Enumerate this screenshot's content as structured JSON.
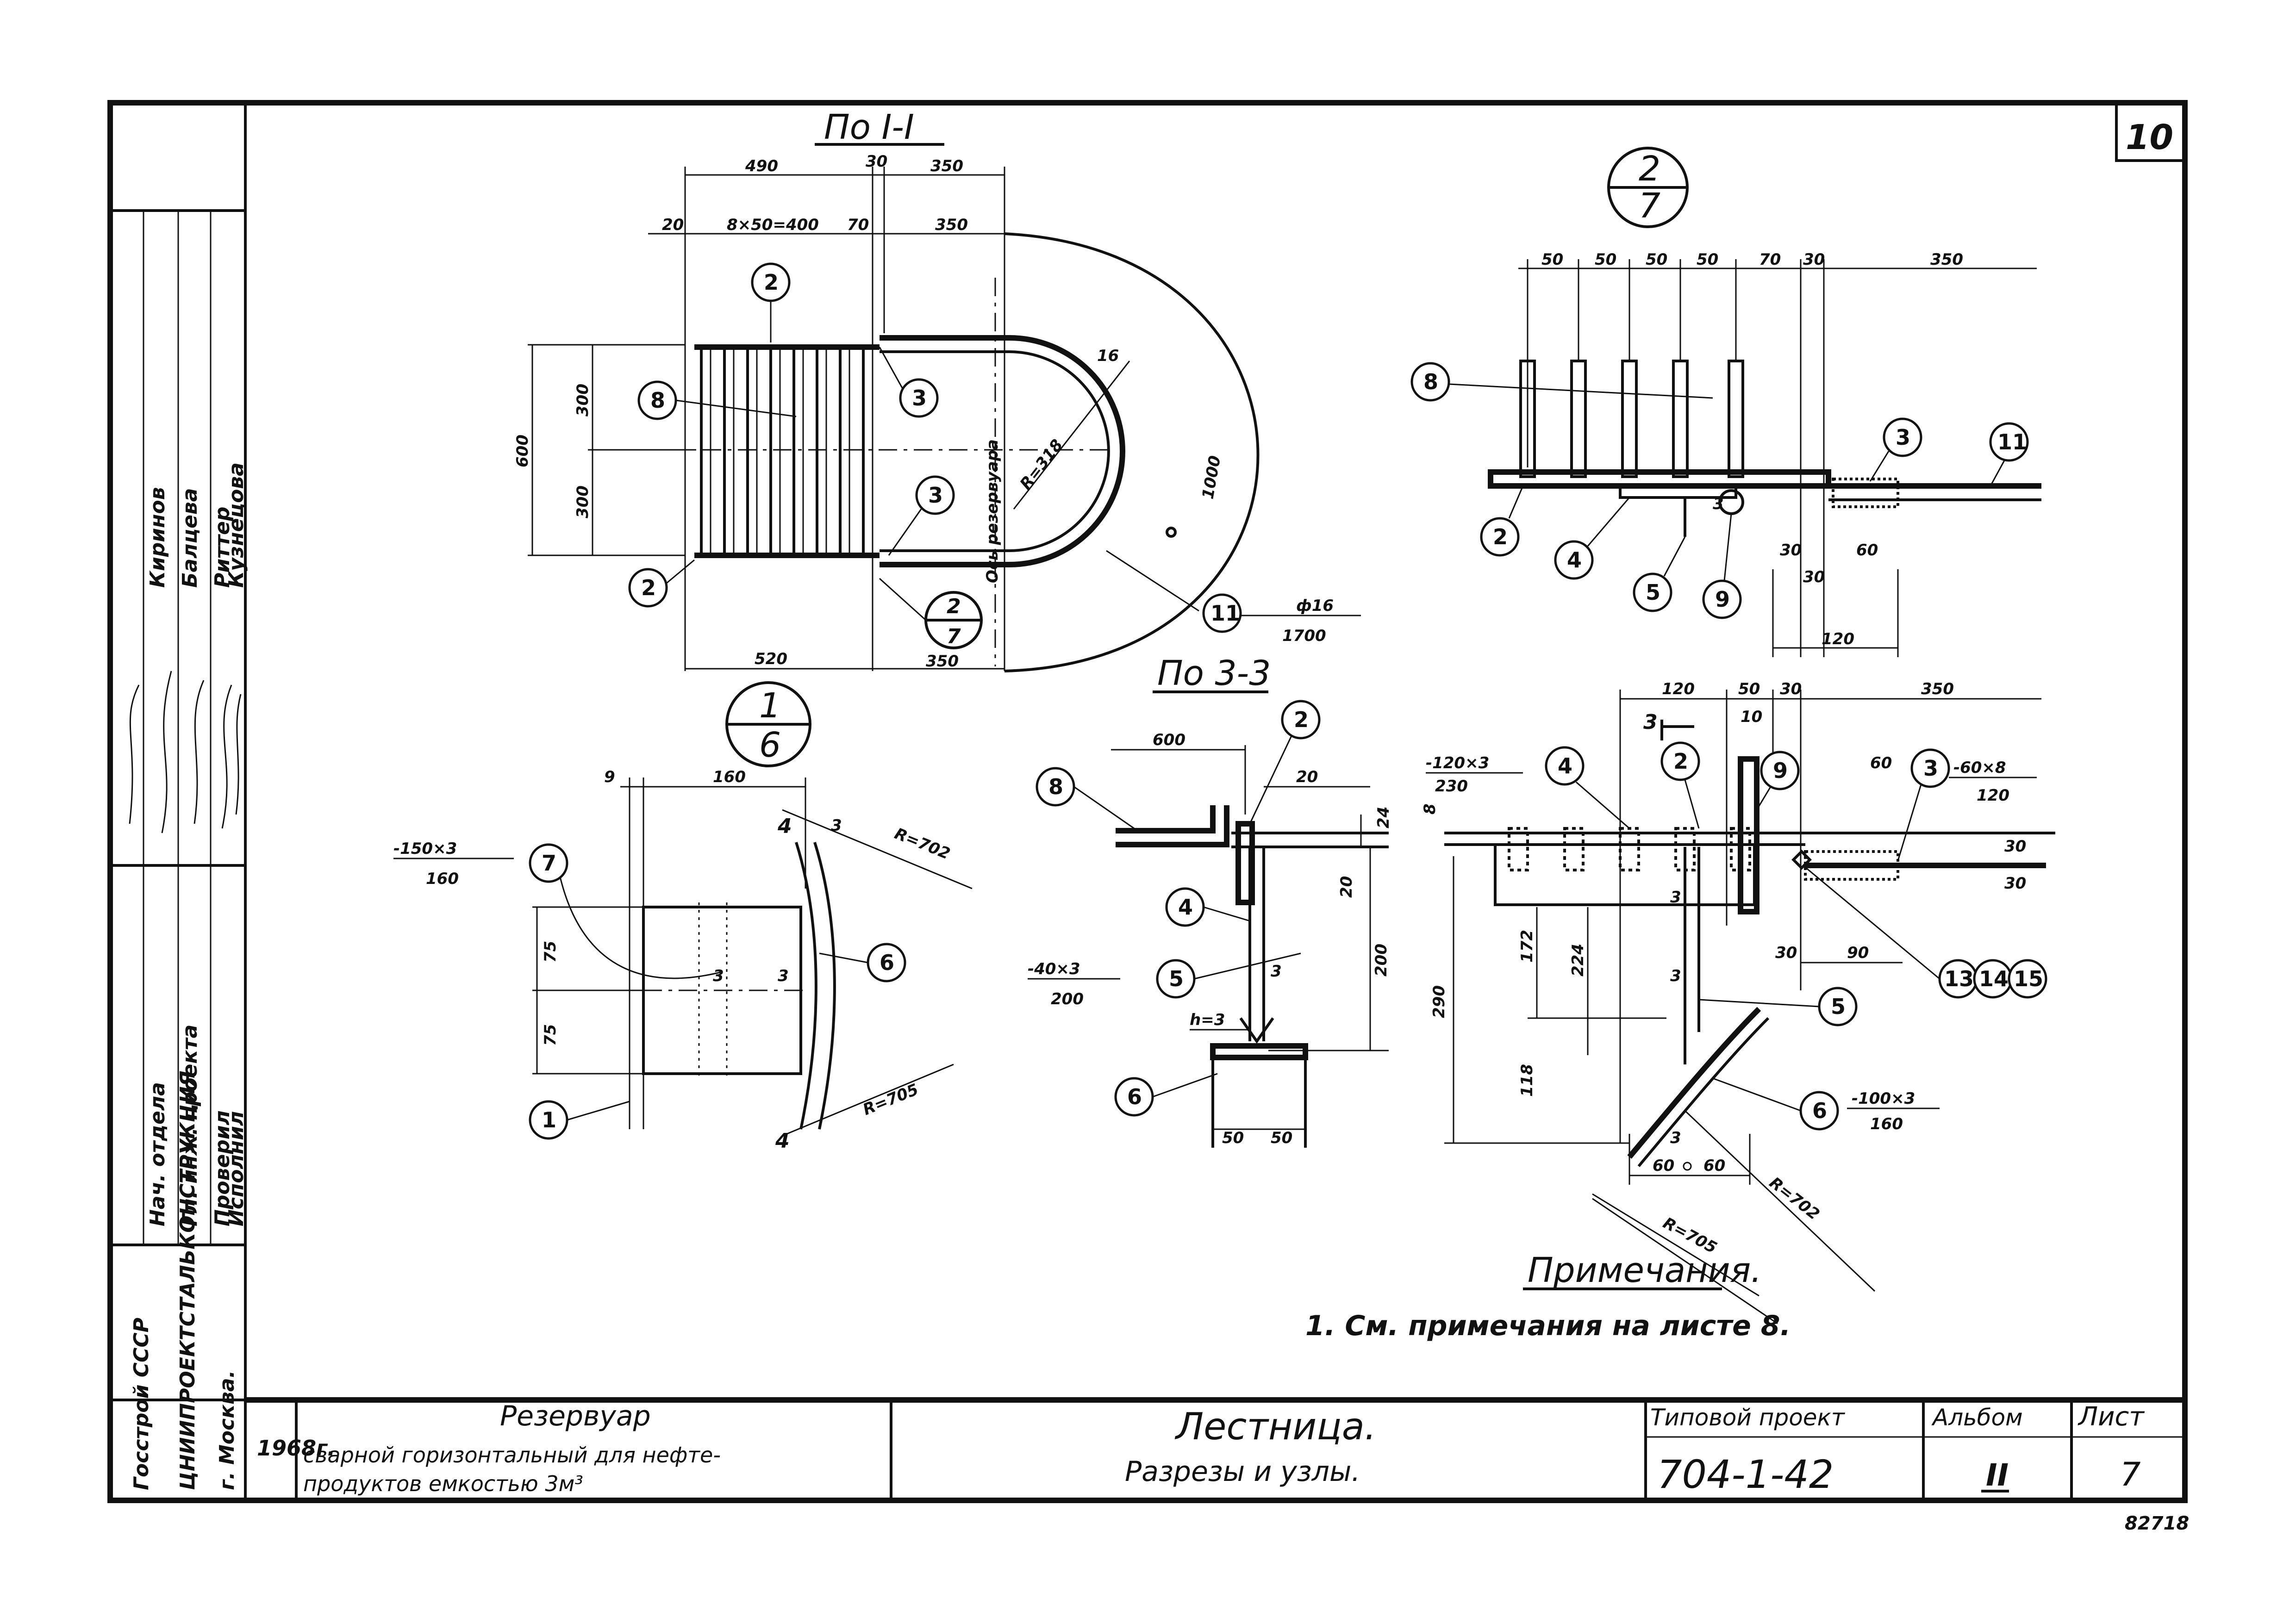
{
  "sheet_number": "10",
  "stamp_id": "82718",
  "views": {
    "plan": {
      "title": "По I-I",
      "dims": [
        "490",
        "30",
        "350",
        "20",
        "8×50=400",
        "70",
        "350",
        "600",
        "300",
        "300",
        "520",
        "350",
        "R=318",
        "16",
        "1000",
        "ф16",
        "1700",
        "Ось резервуара"
      ],
      "callouts": [
        "2",
        "8",
        "3",
        "3",
        "2",
        "11"
      ],
      "ref_top": "2",
      "ref_bottom": "7"
    },
    "node2": {
      "ref_top": "2",
      "ref_bottom": "7",
      "dims": [
        "50",
        "50",
        "50",
        "50",
        "70",
        "30",
        "350",
        "30",
        "30",
        "60",
        "120",
        "3"
      ],
      "callouts": [
        "8",
        "3",
        "11",
        "2",
        "4",
        "5",
        "9"
      ]
    },
    "node1": {
      "ref_top": "1",
      "ref_bottom": "6",
      "dims": [
        "9",
        "160",
        "-150×3",
        "160",
        "75",
        "75",
        "4",
        "4",
        "3",
        "3",
        "3",
        "R=702",
        "R=705"
      ],
      "callouts": [
        "7",
        "6",
        "1"
      ]
    },
    "section33": {
      "title": "По 3-3",
      "dims": [
        "600",
        "20",
        "24",
        "20",
        "200",
        "-40×3",
        "200",
        "h=3",
        "50",
        "50",
        "3"
      ],
      "callouts": [
        "2",
        "8",
        "4",
        "5",
        "6"
      ]
    },
    "section_right": {
      "dims": [
        "120",
        "50",
        "30",
        "350",
        "3",
        "10",
        "-120×3",
        "230",
        "60",
        "-60×8",
        "120",
        "30",
        "30",
        "30",
        "90",
        "8",
        "290",
        "172",
        "224",
        "118",
        "3",
        "3",
        "3",
        "-100×3",
        "160",
        "60",
        "60",
        "R=702",
        "R=705"
      ],
      "callouts": [
        "4",
        "2",
        "9",
        "3",
        "13",
        "14",
        "15",
        "5",
        "6"
      ]
    }
  },
  "notes": {
    "heading": "Примечания.",
    "items": [
      "1. См. примечания на листе 8."
    ]
  },
  "left_strip": {
    "roles": [
      "Нач. отдела",
      "Гл. инж. проекта",
      "Проверил",
      "Исполнил"
    ],
    "names": [
      "Киринов",
      "Балцева",
      "Риттер",
      "Кузнецова"
    ],
    "org": [
      "Госстрой СССР",
      "ЦНИИПРОЕКТСТАЛЬКОНСТРУКЦИЯ",
      "г. Москва."
    ]
  },
  "title_block": {
    "year": "1968г.",
    "object_title": "Резервуар",
    "object_desc_1": "сварной горизонтальный для нефте-",
    "object_desc_2": "продуктов емкостью 3м³",
    "sheet_title": "Лестница.",
    "sheet_subtitle": "Разрезы и узлы.",
    "project_label": "Типовой проект",
    "project_number": "704-1-42",
    "album_label": "Альбом",
    "album_value": "II",
    "sheet_label": "Лист",
    "sheet_value": "7"
  }
}
